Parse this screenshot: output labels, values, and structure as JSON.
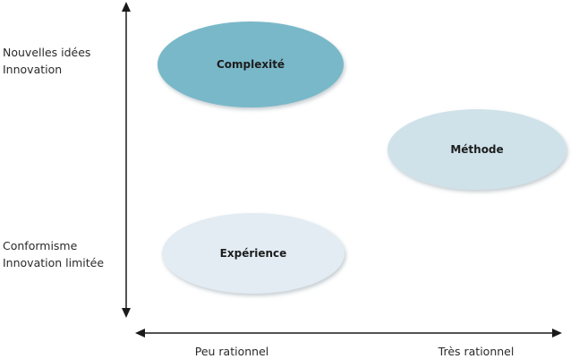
{
  "axes": {
    "y_top_label_line1": "Nouvelles idées",
    "y_top_label_line2": "Innovation",
    "y_bottom_label_line1": "Conformisme",
    "y_bottom_label_line2": "Innovation limitée",
    "x_left_label": "Peu rationnel",
    "x_right_label": "Très rationnel"
  },
  "nodes": {
    "complexite": {
      "label": "Complexité",
      "color": "#79b8c9"
    },
    "methode": {
      "label": "Méthode",
      "color": "#cfe2ea"
    },
    "experience": {
      "label": "Expérience",
      "color": "#e3ecf3"
    }
  }
}
